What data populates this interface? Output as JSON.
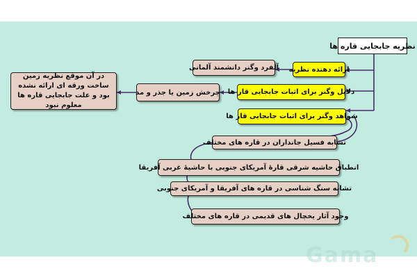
{
  "diagram": {
    "root": "نظریه جابجایی قاره ها",
    "branches": {
      "presenter": "ارائه دهنده نظریه",
      "evidence_reasons": "دلایل وگنر برای اثبات جابجایی قار ها",
      "evidence_proofs": "شواهد وگنر برای اثبات جابجایی قار ها"
    },
    "leaves": {
      "scientist": "آلفرد وگنر دانشمند آلمانی",
      "reason_detail": "چرخش زمین یا جذر و مد",
      "reason_note": "در آن موقع نظریه زمین ساخت ورقه ای ارائه نشده بود و علت جابجایی قاره ها معلوم نبود"
    },
    "proofs": [
      "تشابه فسیل جانداران در قاره های مختلف",
      "انطباق حاشیه شرقی قارهٔ آمریکای جنوبی با حاشیهٔ غربی آفریقا",
      "تشابه سنگ شناسی در قاره های آفریقا و آمریکای جنوبی",
      "وجود آثار یخچال های قدیمی در قاره های مختلف"
    ]
  },
  "watermark": "Gama",
  "colors": {
    "canvas": "#c2ecdf",
    "highlight": "#ffff00",
    "leaf": "#e6cfc4",
    "connector": "#4b2a68"
  }
}
